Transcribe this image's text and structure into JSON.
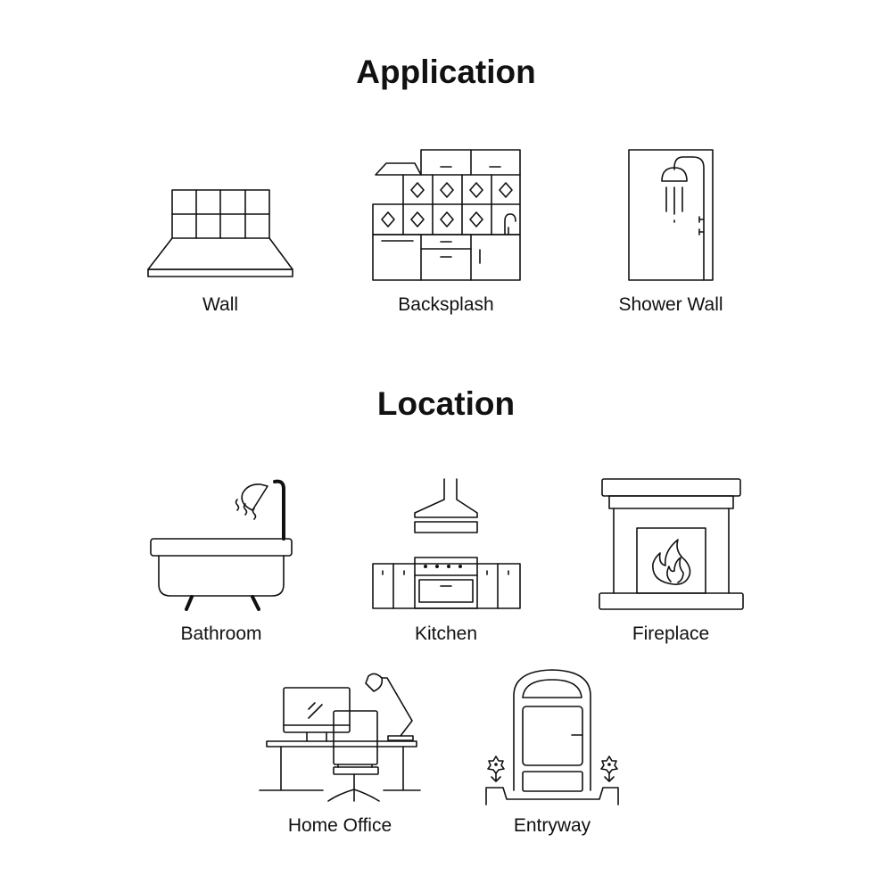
{
  "sections": [
    {
      "title": "Application",
      "items": [
        {
          "label": "Wall",
          "icon": "wall-tiles-icon"
        },
        {
          "label": "Backsplash",
          "icon": "kitchen-backsplash-icon"
        },
        {
          "label": "Shower Wall",
          "icon": "shower-icon"
        }
      ]
    },
    {
      "title": "Location",
      "items": [
        {
          "label": "Bathroom",
          "icon": "bathtub-icon"
        },
        {
          "label": "Kitchen",
          "icon": "kitchen-stove-icon"
        },
        {
          "label": "Fireplace",
          "icon": "fireplace-icon"
        },
        {
          "label": "Home Office",
          "icon": "home-office-icon"
        },
        {
          "label": "Entryway",
          "icon": "entryway-door-icon"
        }
      ]
    }
  ]
}
